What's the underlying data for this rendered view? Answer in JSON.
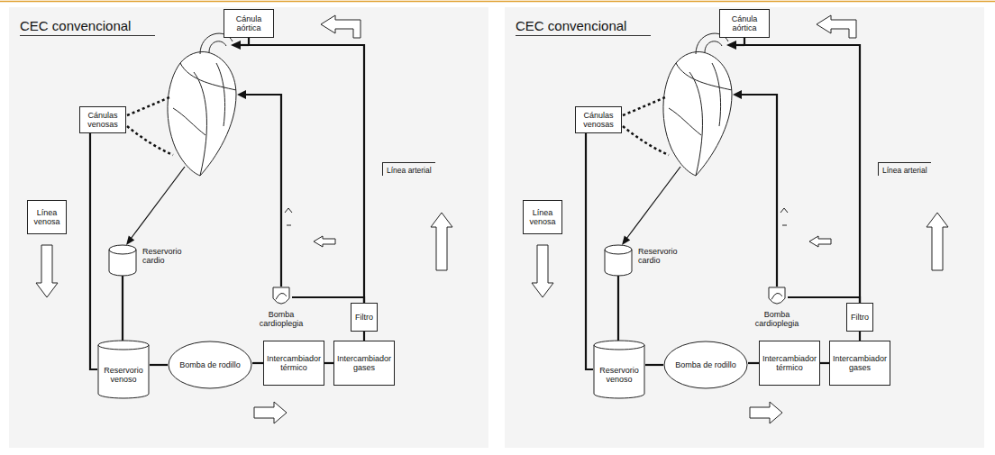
{
  "diagram": {
    "title": "CEC convencional",
    "nodes": [
      {
        "text": [
          "Cánula aórtica"
        ]
      },
      {
        "text": [
          "Cánulas venosas"
        ]
      },
      {
        "text": [
          "Línea venosa"
        ]
      },
      {
        "text": [
          "Reservorio cardio"
        ]
      },
      {
        "text": [
          "Bomba cardioplegia"
        ]
      },
      {
        "text": [
          "Filtro"
        ]
      },
      {
        "text": [
          "Reservorio venoso"
        ]
      },
      {
        "text": [
          "Bomba de rodillo"
        ]
      },
      {
        "text": [
          "Intercambiador térmico"
        ]
      },
      {
        "text": [
          "Intercambiador gases"
        ]
      },
      {
        "text": [
          "Cánula aórtica"
        ]
      },
      {
        "text": [
          "Cánulas venosas"
        ]
      },
      {
        "text": [
          "Línea venosa"
        ]
      },
      {
        "text": [
          "Reservorio cardio"
        ]
      },
      {
        "text": [
          "Bomba cardioplegia"
        ]
      },
      {
        "text": [
          "Filtro"
        ]
      },
      {
        "text": [
          "Reservorio venoso"
        ]
      },
      {
        "text": [
          "Bomba de rodillo"
        ]
      },
      {
        "text": [
          "Intercambiador térmico"
        ]
      },
      {
        "text": [
          "Intercambiador gases"
        ]
      }
    ],
    "edges": [
      {
        "from": 1,
        "to": 6,
        "arrow": "none"
      },
      {
        "from": 3,
        "to": 6,
        "arrow": "none"
      },
      {
        "from": 6,
        "to": 7,
        "arrow": "none"
      },
      {
        "from": 7,
        "to": 8,
        "arrow": "none"
      },
      {
        "from": 8,
        "to": 9,
        "arrow": "none"
      },
      {
        "from": 9,
        "to": 5,
        "arrow": "none"
      },
      {
        "from": 5,
        "to": 0,
        "arrow": "none"
      },
      {
        "from": 5,
        "to": 4,
        "arrow": "none"
      },
      {
        "from": 11,
        "to": 16,
        "arrow": "none"
      },
      {
        "from": 13,
        "to": 16,
        "arrow": "none"
      },
      {
        "from": 16,
        "to": 17,
        "arrow": "none"
      },
      {
        "from": 17,
        "to": 18,
        "arrow": "none"
      },
      {
        "from": 18,
        "to": 19,
        "arrow": "none"
      },
      {
        "from": 19,
        "to": 15,
        "arrow": "none"
      },
      {
        "from": 15,
        "to": 10,
        "arrow": "none"
      },
      {
        "from": 15,
        "to": 14,
        "arrow": "none"
      }
    ],
    "labels": [
      "CEC convencional",
      "Línea arterial",
      "Línea arterial"
    ]
  }
}
